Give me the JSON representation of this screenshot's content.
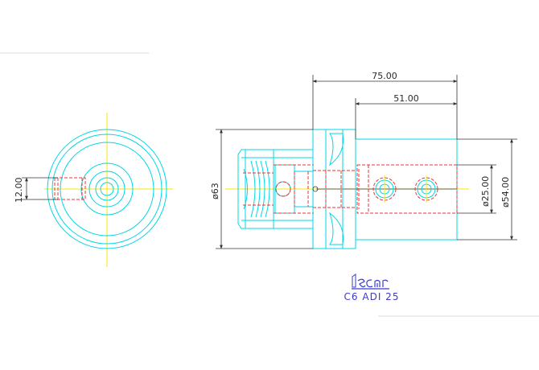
{
  "dimensions": {
    "length_total": "75.00",
    "length_shank": "51.00",
    "diameter_flange": "ø63",
    "diameter_bore": "ø25.00",
    "diameter_body": "ø54.00",
    "slot_width": "12.00"
  },
  "logo": {
    "text": "iscar",
    "color": "#3a3ad0"
  },
  "caption": "C6 ADI 25",
  "colors": {
    "outline": "#00d7e6",
    "hidden": "#e83434",
    "centerline": "#ffe600",
    "dimension": "#333333"
  }
}
